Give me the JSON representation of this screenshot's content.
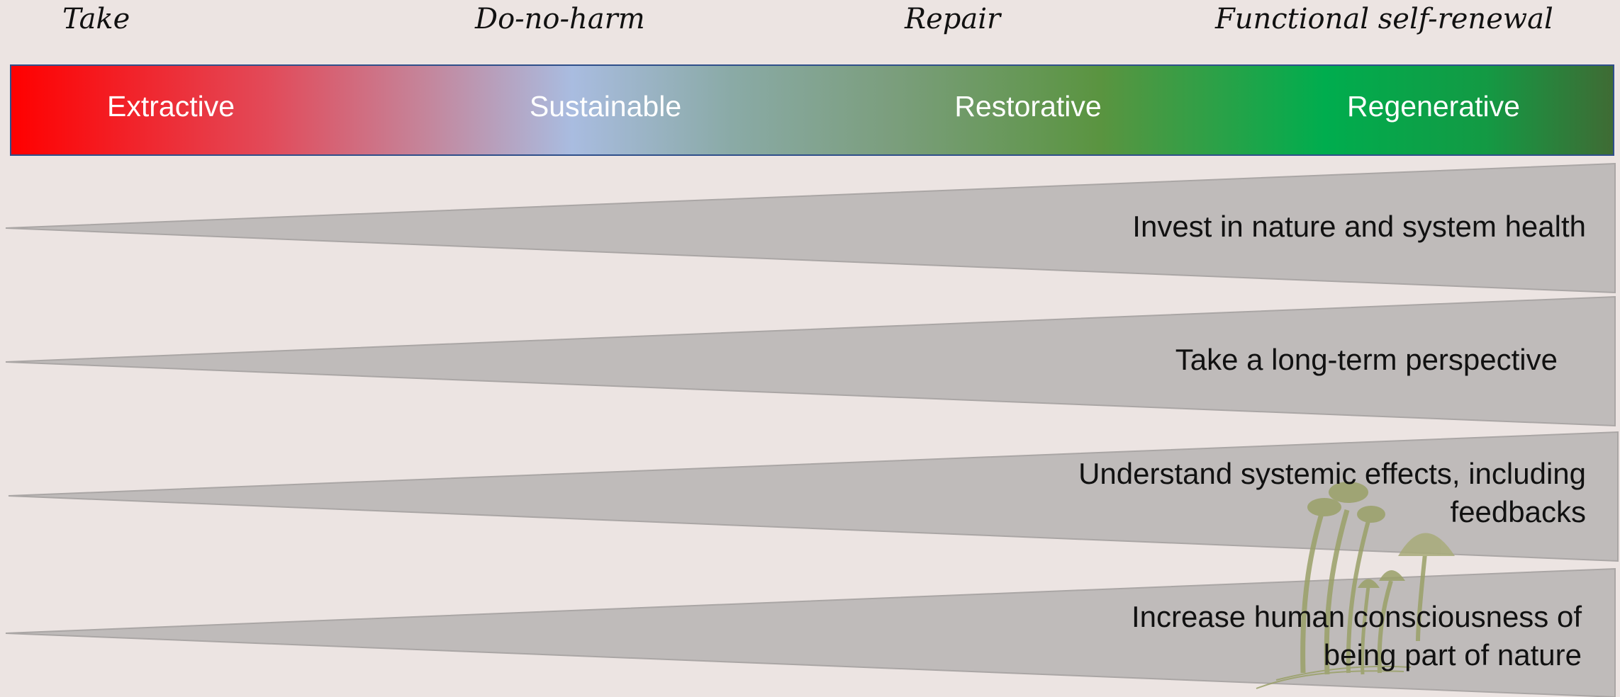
{
  "stages": [
    "Take",
    "Do-no-harm",
    "Repair",
    "Functional self-renewal"
  ],
  "spectrum": [
    "Extractive",
    "Sustainable",
    "Restorative",
    "Regenerative"
  ],
  "wedges": [
    {
      "line1": "Invest in nature and system health",
      "line2": ""
    },
    {
      "line1": "Take a long-term perspective",
      "line2": ""
    },
    {
      "line1": "Understand systemic effects, including",
      "line2": "feedbacks"
    },
    {
      "line1": "Increase human consciousness of",
      "line2": "being part of nature"
    }
  ],
  "colors": {
    "background": "#ece4e2",
    "wedge_fill": "#bfbbba",
    "spectrum_start": "#ff0000",
    "spectrum_mid": "#a9bce0",
    "spectrum_end": "#3f6b34",
    "mushroom": "#9aa068"
  },
  "icons": [
    "mushroom-cluster-icon"
  ]
}
